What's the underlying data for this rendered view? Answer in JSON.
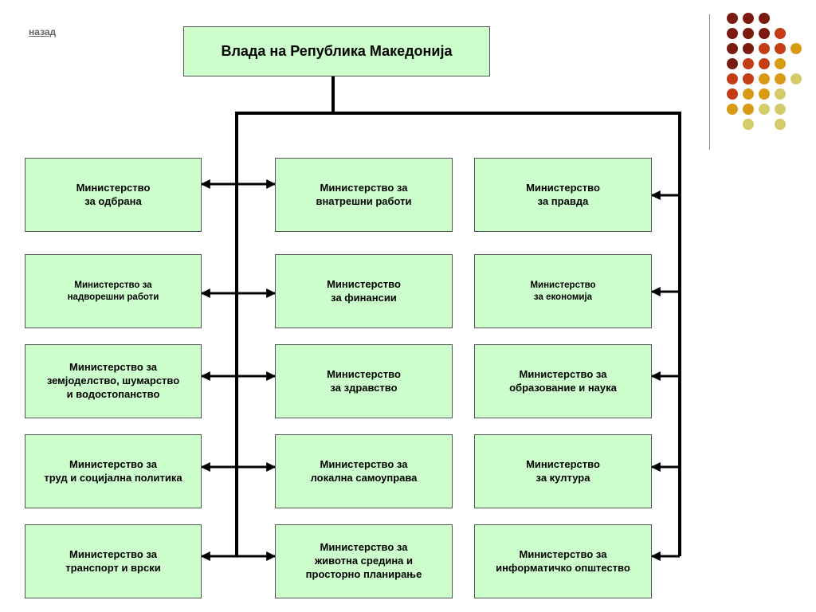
{
  "back_link": "назад",
  "top": {
    "label": "Влада на Република Македонија"
  },
  "ministries": {
    "left": [
      {
        "label": "Министерство\nза одбрана"
      },
      {
        "label": "Министерство за\nнадворешни работи"
      },
      {
        "label": "Министерство за\nземјоделство, шумарство\nи водостопанство"
      },
      {
        "label": "Министерство за\nтруд и социјална политика"
      },
      {
        "label": "Министерство за\nтранспорт и врски"
      }
    ],
    "center": [
      {
        "label": "Министерство за\nвнатрешни работи"
      },
      {
        "label": "Министерство\nза финансии"
      },
      {
        "label": "Министерство\nза здравство"
      },
      {
        "label": "Министерство за\nлокална самоуправа"
      },
      {
        "label": "Министерство за\nживотна средина и\nпросторно планирање"
      }
    ],
    "right": [
      {
        "label": "Министерство\nза правда"
      },
      {
        "label": "Министерство\nза економија"
      },
      {
        "label": "Министерство за\nобразование и наука"
      },
      {
        "label": "Министерство\nза култура"
      },
      {
        "label": "Министерство за\nинформатичко општество"
      }
    ]
  },
  "colors": {
    "box_fill": "#ccffcc",
    "box_border": "#555555",
    "connector": "#000000",
    "dots": [
      "#7b1a10",
      "#c43d14",
      "#d99a16",
      "#d4cc6a"
    ]
  }
}
